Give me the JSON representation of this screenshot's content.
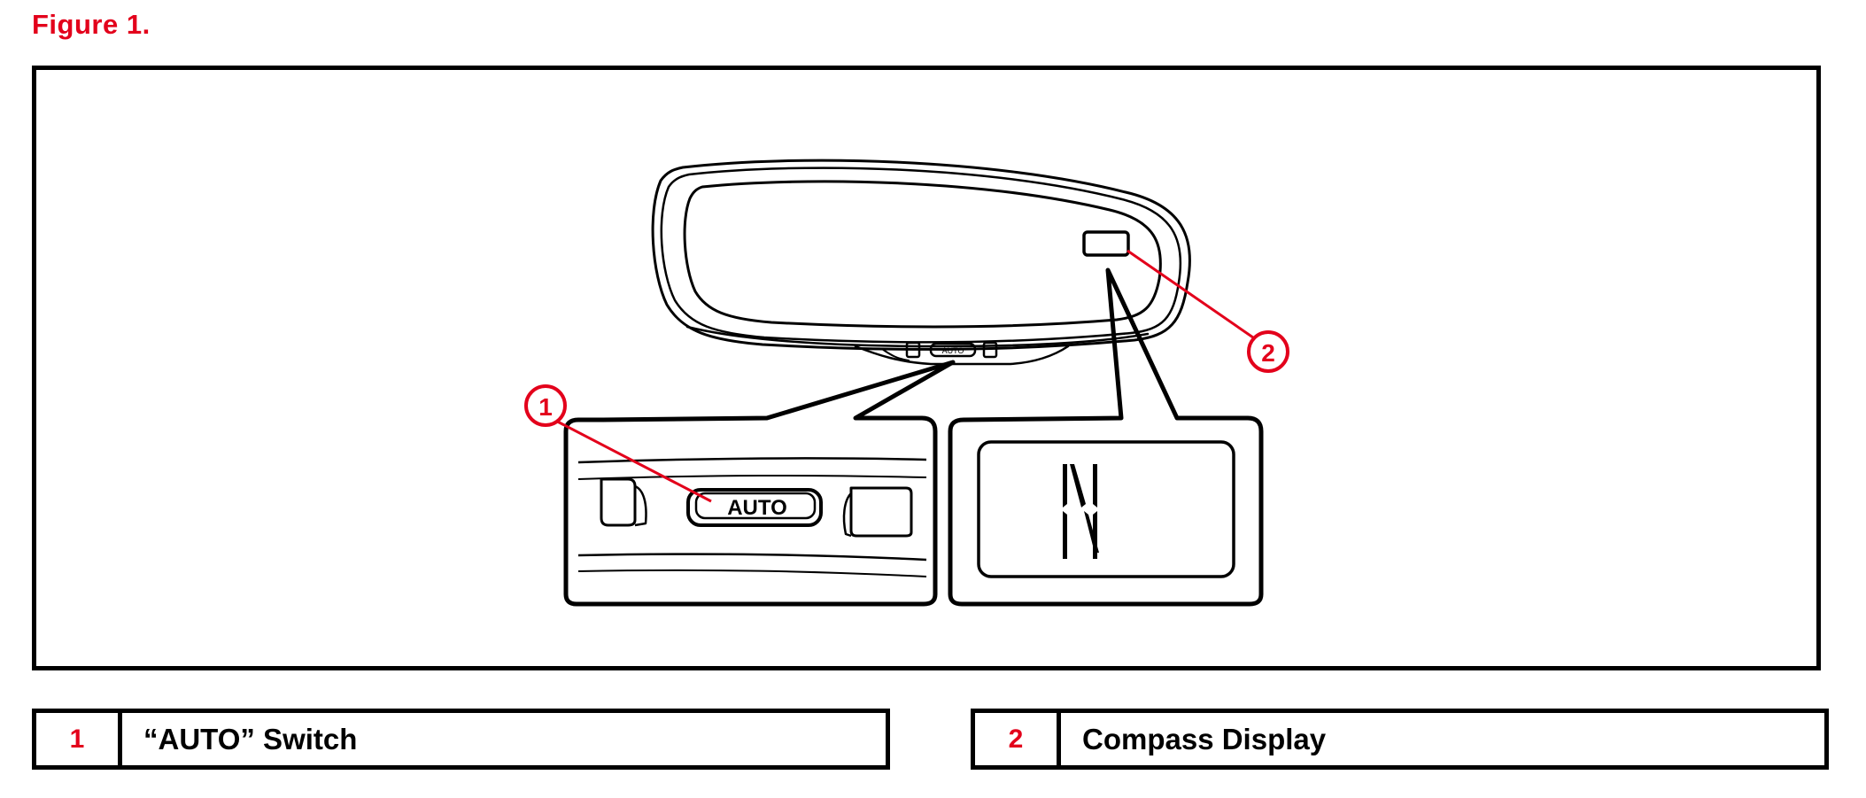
{
  "figure_title": "Figure 1.",
  "callouts": [
    {
      "number": "1",
      "label": "“AUTO” Switch"
    },
    {
      "number": "2",
      "label": "Compass Display"
    }
  ],
  "diagram": {
    "switch_text": "AUTO",
    "mini_switch_text": "AUTO",
    "compass_letter": "N",
    "accent_color": "#e3001b",
    "line_color": "#000000"
  }
}
